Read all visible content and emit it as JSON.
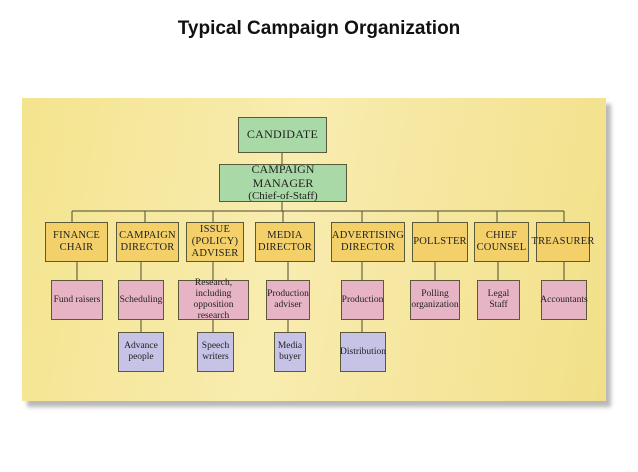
{
  "title": "Typical Campaign Organization",
  "colors": {
    "panel": "#f6e9a4",
    "top_box": "#a9d9a6",
    "department_box": "#f3d06a",
    "staff_box": "#e7b4c6",
    "sub_staff_box": "#c6c3e6",
    "connector": "#4a4a30"
  },
  "top": {
    "candidate": "CANDIDATE",
    "manager": "CAMPAIGN MANAGER",
    "manager_sub": "(Chief-of-Staff)"
  },
  "departments": [
    {
      "label": "FINANCE\nCHAIR",
      "level2": "Fund raisers",
      "level3": null
    },
    {
      "label": "CAMPAIGN\nDIRECTOR",
      "level2": "Scheduling",
      "level3": "Advance\npeople"
    },
    {
      "label": "ISSUE\n(POLICY)\nADVISER",
      "level2": "Research, including\nopposition research",
      "level3": "Speech\nwriters"
    },
    {
      "label": "MEDIA\nDIRECTOR",
      "level2": "Production\nadviser",
      "level3": "Media\nbuyer"
    },
    {
      "label": "ADVERTISING\nDIRECTOR",
      "level2": "Production",
      "level3": "Distribution"
    },
    {
      "label": "POLLSTER",
      "level2": "Polling\norganization",
      "level3": null
    },
    {
      "label": "CHIEF\nCOUNSEL",
      "level2": "Legal Staff",
      "level3": null
    },
    {
      "label": "TREASURER",
      "level2": "Accountants",
      "level3": null
    }
  ]
}
